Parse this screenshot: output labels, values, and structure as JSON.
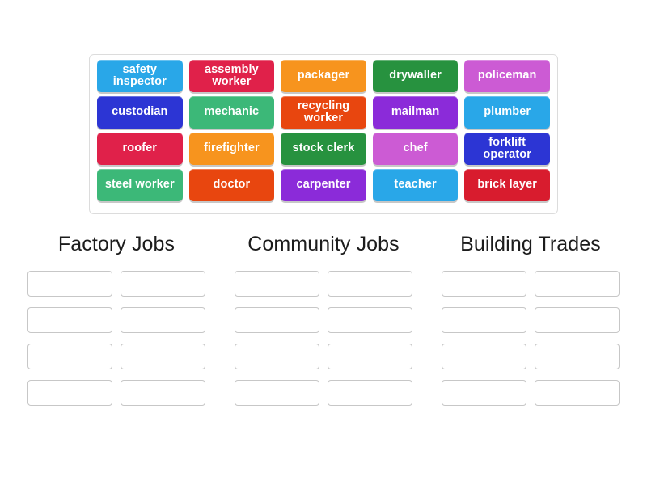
{
  "activity": {
    "type": "group-sort",
    "background_color": "#ffffff"
  },
  "tile_bank": {
    "name": "word-tile-bank",
    "rows": [
      [
        {
          "label": "safety inspector",
          "color": "#29A7E8"
        },
        {
          "label": "assembly worker",
          "color": "#E0214A"
        },
        {
          "label": "packager",
          "color": "#F7941E"
        },
        {
          "label": "drywaller",
          "color": "#27923F"
        },
        {
          "label": "policeman",
          "color": "#CC5BD4"
        }
      ],
      [
        {
          "label": "custodian",
          "color": "#2C35D4"
        },
        {
          "label": "mechanic",
          "color": "#3CB878"
        },
        {
          "label": "recycling worker",
          "color": "#E8460F"
        },
        {
          "label": "mailman",
          "color": "#8B2BD9"
        },
        {
          "label": "plumber",
          "color": "#29A7E8"
        }
      ],
      [
        {
          "label": "roofer",
          "color": "#E0214A"
        },
        {
          "label": "firefighter",
          "color": "#F7941E"
        },
        {
          "label": "stock clerk",
          "color": "#27923F"
        },
        {
          "label": "chef",
          "color": "#CC5BD4"
        },
        {
          "label": "forklift operator",
          "color": "#2C35D4"
        }
      ],
      [
        {
          "label": "steel worker",
          "color": "#3CB878"
        },
        {
          "label": "doctor",
          "color": "#E8460F"
        },
        {
          "label": "carpenter",
          "color": "#8B2BD9"
        },
        {
          "label": "teacher",
          "color": "#29A7E8"
        },
        {
          "label": "brick layer",
          "color": "#D81C2E"
        }
      ]
    ]
  },
  "categories": [
    {
      "title": "Factory Jobs",
      "slots": [
        "",
        "",
        "",
        "",
        "",
        "",
        "",
        ""
      ]
    },
    {
      "title": "Community Jobs",
      "slots": [
        "",
        "",
        "",
        "",
        "",
        "",
        "",
        ""
      ]
    },
    {
      "title": "Building Trades",
      "slots": [
        "",
        "",
        "",
        "",
        "",
        "",
        "",
        ""
      ]
    }
  ],
  "style": {
    "tile_text_color": "#FFFFFF",
    "dropzone_border_color": "#C7C7C7",
    "bank_border_color": "#DCDCDC",
    "title_color": "#1C1C1C"
  }
}
